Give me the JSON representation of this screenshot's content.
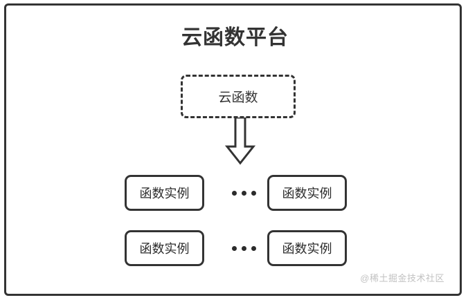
{
  "diagram": {
    "title": "云函数平台",
    "colors": {
      "stroke": "#333333",
      "text": "#2b2b2b",
      "background": "#ffffff",
      "watermark": "#c2c2c2"
    },
    "cloud_function": {
      "label": "云函数",
      "border_style": "dashed"
    },
    "arrow": {
      "name": "down-block-arrow",
      "direction": "down"
    },
    "ellipsis": "•••",
    "instance_rows": [
      {
        "left": {
          "label": "函数实例"
        },
        "right": {
          "label": "函数实例"
        }
      },
      {
        "left": {
          "label": "函数实例"
        },
        "right": {
          "label": "函数实例"
        }
      }
    ],
    "watermark": "@稀土掘金技术社区"
  }
}
